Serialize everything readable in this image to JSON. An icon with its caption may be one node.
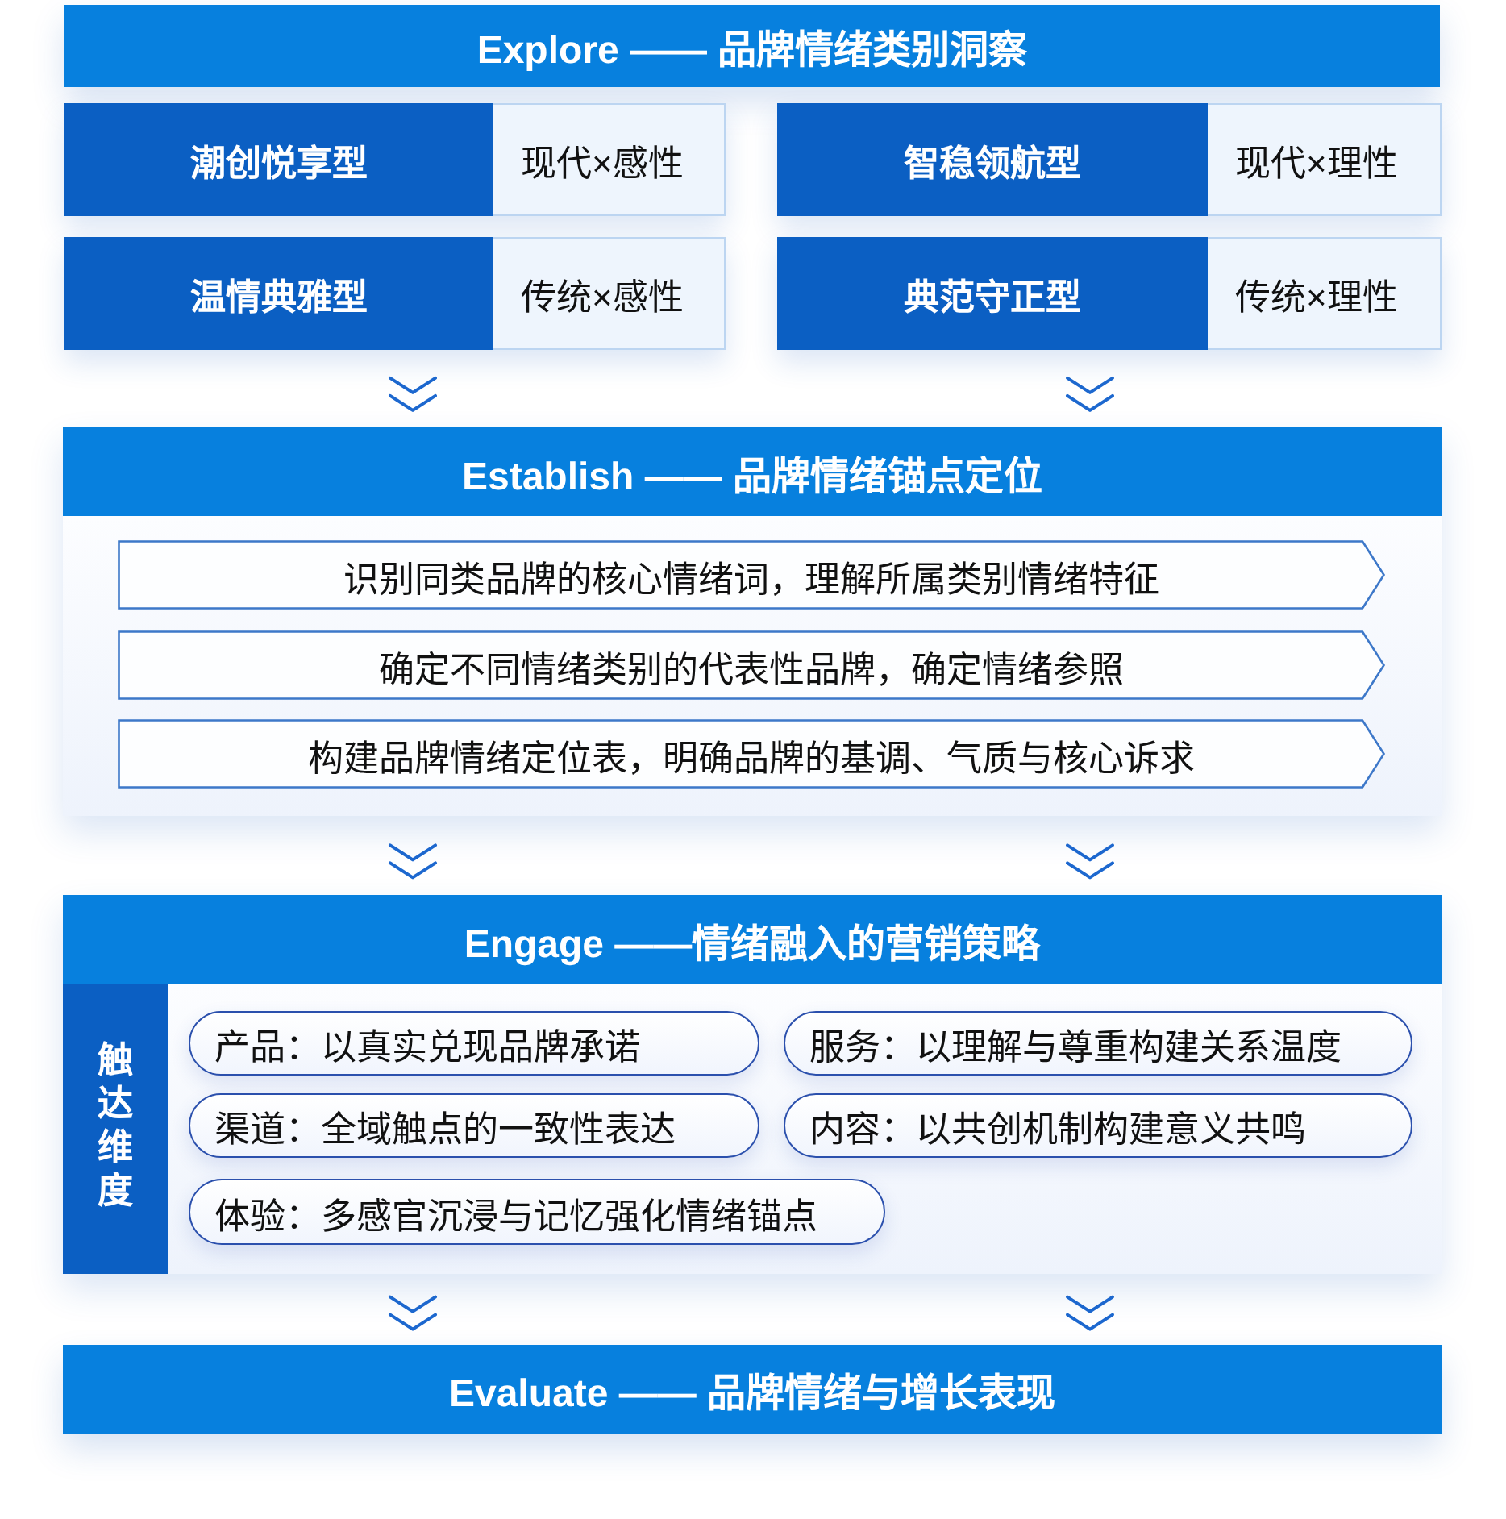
{
  "diagram": {
    "nodes": [
      {
        "text": [
          "Explore —— 品牌情绪类别洞察"
        ]
      },
      {
        "text": [
          "潮创悦享型",
          "现代×感性"
        ]
      },
      {
        "text": [
          "智稳领航型",
          "现代×理性"
        ]
      },
      {
        "text": [
          "温情典雅型",
          "传统×感性"
        ]
      },
      {
        "text": [
          "典范守正型",
          "传统×理性"
        ]
      },
      {
        "text": [
          "Establish —— 品牌情绪锚点定位"
        ]
      },
      {
        "text": [
          "识别同类品牌的核心情绪词，理解所属类别情绪特征"
        ],
        "in": 5
      },
      {
        "text": [
          "确定不同情绪类别的代表性品牌，确定情绪参照"
        ],
        "in": 5
      },
      {
        "text": [
          "构建品牌情绪定位表，明确品牌的基调、气质与核心诉求"
        ],
        "in": 5
      },
      {
        "text": [
          "Engage ——情绪融入的营销策略"
        ]
      },
      {
        "text": [
          "触达维度"
        ],
        "in": 9
      },
      {
        "text": [
          "产品：以真实兑现品牌承诺"
        ],
        "in": 9
      },
      {
        "text": [
          "服务：以理解与尊重构建关系温度"
        ],
        "in": 9
      },
      {
        "text": [
          "渠道：全域触点的一致性表达"
        ],
        "in": 9
      },
      {
        "text": [
          "内容：以共创机制构建意义共鸣"
        ],
        "in": 9
      },
      {
        "text": [
          "体验：多感官沉浸与记忆强化情绪锚点"
        ],
        "in": 9
      },
      {
        "text": [
          "Evaluate —— 品牌情绪与增长表现"
        ]
      }
    ],
    "edges": [
      {
        "from": 3,
        "to": 5,
        "arrow": "to"
      },
      {
        "from": 4,
        "to": 5,
        "arrow": "to"
      },
      {
        "from": 5,
        "to": 9,
        "arrow": "to"
      },
      {
        "from": 5,
        "to": 9,
        "arrow": "to"
      },
      {
        "from": 9,
        "to": 16,
        "arrow": "to"
      },
      {
        "from": 9,
        "to": 16,
        "arrow": "to"
      }
    ]
  }
}
